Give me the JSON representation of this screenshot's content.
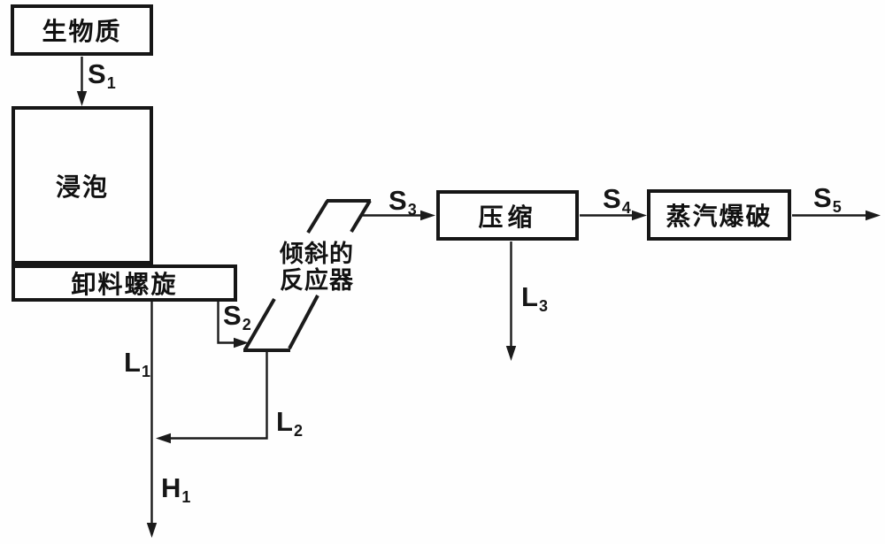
{
  "diagram": {
    "background": "#fefefe",
    "ink": "#1b1b1b",
    "boxes": {
      "biomass": {
        "label": "生物质"
      },
      "soak": {
        "label": "浸泡"
      },
      "screw": {
        "label": "卸料螺旋"
      },
      "compress": {
        "label": "压缩"
      },
      "steam": {
        "label": "蒸汽爆破"
      }
    },
    "reactor": {
      "line1": "倾斜的",
      "line2": "反应器"
    },
    "streams": {
      "s1": {
        "main": "S",
        "sub": "1"
      },
      "s2": {
        "main": "S",
        "sub": "2"
      },
      "s3": {
        "main": "S",
        "sub": "3"
      },
      "s4": {
        "main": "S",
        "sub": "4"
      },
      "s5": {
        "main": "S",
        "sub": "5"
      },
      "l1": {
        "main": "L",
        "sub": "1"
      },
      "l2": {
        "main": "L",
        "sub": "2"
      },
      "l3": {
        "main": "L",
        "sub": "3"
      },
      "h1": {
        "main": "H",
        "sub": "1"
      }
    }
  }
}
